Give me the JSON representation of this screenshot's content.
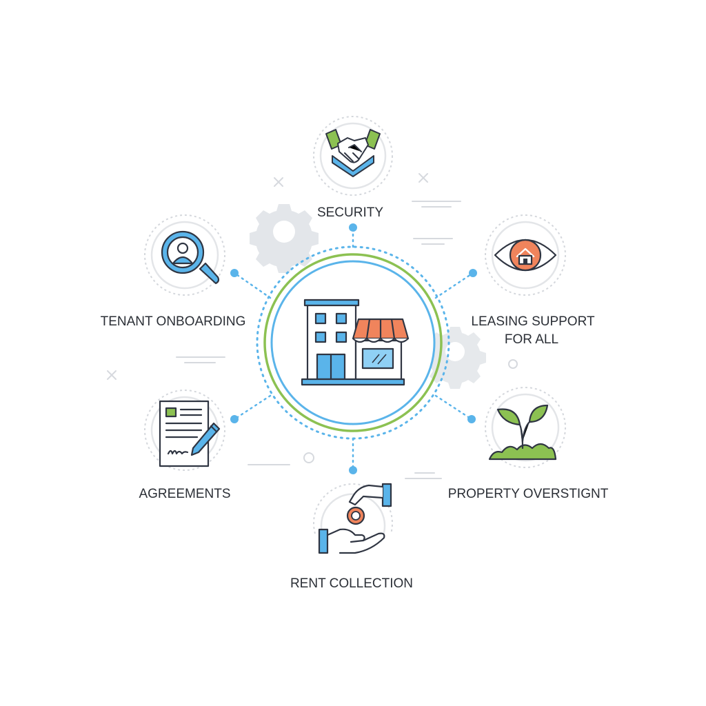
{
  "colors": {
    "outline": "#2f3542",
    "blue": "#5ab4ea",
    "light_blue": "#8fd0f5",
    "green": "#8cc152",
    "orange": "#f0845c",
    "gray": "#d4d7dc"
  },
  "center": {
    "icon": "building-store-icon"
  },
  "nodes": [
    {
      "id": "security",
      "label": "SECURITY",
      "icon": "handshake-shield-icon"
    },
    {
      "id": "tenant-onboarding",
      "label": "TENANT ONBOARDING",
      "icon": "search-person-icon"
    },
    {
      "id": "leasing-support",
      "label_line1": "LEASING SUPPORT",
      "label_line2": "FOR ALL",
      "icon": "eye-house-icon"
    },
    {
      "id": "agreements",
      "label": "AGREEMENTS",
      "icon": "document-pen-icon"
    },
    {
      "id": "property-oversight",
      "label": "PROPERTY OVERSTIGNT",
      "icon": "sprout-icon"
    },
    {
      "id": "rent-collection",
      "label": "RENT COLLECTION",
      "icon": "hand-coin-icon"
    }
  ]
}
